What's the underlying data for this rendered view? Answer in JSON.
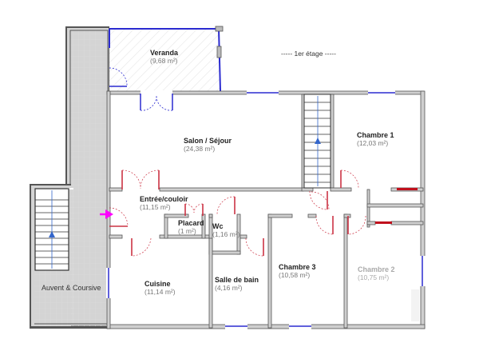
{
  "plan": {
    "floor_title": "----- 1er étage -----",
    "rooms": [
      {
        "id": "veranda",
        "name": "Veranda",
        "area": "(9,68 m²)"
      },
      {
        "id": "salon",
        "name": "Salon / Séjour",
        "area": "(24,38 m²)"
      },
      {
        "id": "chambre1",
        "name": "Chambre 1",
        "area": "(12,03 m²)"
      },
      {
        "id": "entree",
        "name": "Entrée/couloir",
        "area": "(11,15 m²)"
      },
      {
        "id": "placard",
        "name": "Placard",
        "area": "(1 m²)"
      },
      {
        "id": "wc",
        "name": "Wc",
        "area": "(1,16 m²)"
      },
      {
        "id": "cuisine",
        "name": "Cuisine",
        "area": "(11,14 m²)"
      },
      {
        "id": "sdb",
        "name": "Salle de bain",
        "area": "(4,16 m²)"
      },
      {
        "id": "chambre3",
        "name": "Chambre 3",
        "area": "(10,58 m²)"
      },
      {
        "id": "chambre2",
        "name": "Chambre 2",
        "area": "(10,75 m²)"
      }
    ],
    "outdoor_label": "Auvent & Coursive",
    "entrance_marker": "entrance-arrow",
    "colors": {
      "wall": "#555555",
      "wall_fill": "#cfcfcf",
      "window": "#2b2bd0",
      "door": "#cc3344",
      "radiator": "#c0101c",
      "entrance_arrow": "#ff00ff",
      "stair_arrow": "#3366cc",
      "grid": "#dedede"
    }
  }
}
